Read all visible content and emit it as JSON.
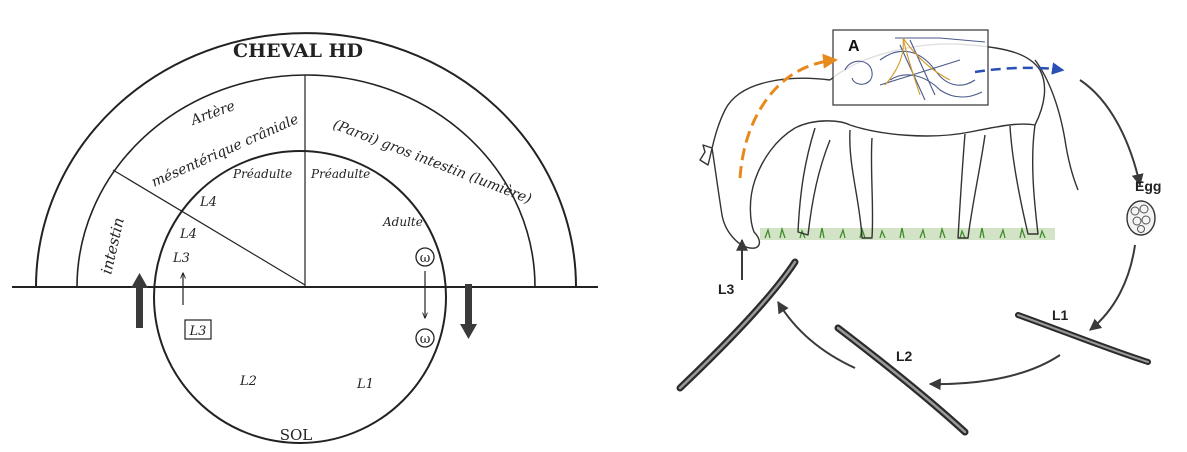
{
  "left_diagram": {
    "title": "CHEVAL HD",
    "ground_label": "SOL",
    "sectors": {
      "intestin": "intestin",
      "artere_line1": "Artère",
      "artere_line2": "mésentérique crâniale",
      "gros_intestin": "(Paroi) gros intestin (lumière)"
    },
    "stages": {
      "preadulte_left": "Préadulte",
      "preadulte_right": "Préadulte",
      "l4_upper": "L4",
      "l4_lower": "L4",
      "l3_upper": "L3",
      "adulte": "Adulte",
      "egg_upper": "ω",
      "egg_lower": "ω",
      "l3_boxed": "L3",
      "l2": "L2",
      "l1": "L1"
    }
  },
  "right_diagram": {
    "inset_label": "A",
    "egg_label": "Egg",
    "l1_label": "L1",
    "l2_label": "L2",
    "l3_label": "L3"
  }
}
